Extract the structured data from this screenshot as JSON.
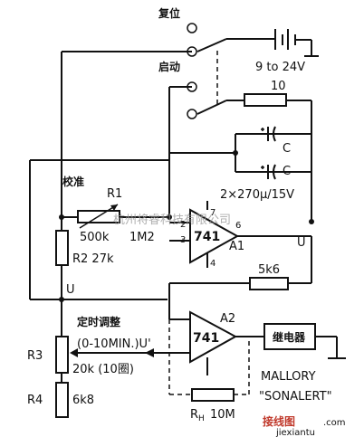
{
  "labels": {
    "reset": "复位",
    "start": "启动",
    "supply_voltage": "9 to 24V",
    "r_10": "10",
    "cap_c_top": "C",
    "cap_c_bottom": "C",
    "cap_spec": "2×270μ/15V",
    "calibrate": "校准",
    "r1": "R1",
    "r1_value": "500k",
    "r_1m2": "1M2",
    "r2": "R2 27k",
    "pin_7": "7",
    "pin_2": "2",
    "pin_3": "3",
    "pin_6": "6",
    "pin_4": "4",
    "opamp_a1": "741",
    "a1": "A1",
    "node_u_right": "U",
    "node_u_left": "U",
    "r_5k6": "5k6",
    "time_adjust": "定时调整",
    "range": "(0-10MIN.)U'",
    "r3": "R3",
    "r3_value": "20k (10圈)",
    "opamp_a2": "741",
    "a2": "A2",
    "relay": "继电器",
    "r4": "R4",
    "r4_value": "6k8",
    "rh": "R",
    "rh_sub": "H",
    "rh_value": "10M",
    "mallory_line1": "MALLORY",
    "mallory_line2": "\"SONALERT\""
  },
  "watermark": {
    "center": "杭州将睿科技有限公司",
    "logo_text": "接线图",
    "logo_domain": "jiexiantu",
    "logo_suffix": ".com"
  }
}
